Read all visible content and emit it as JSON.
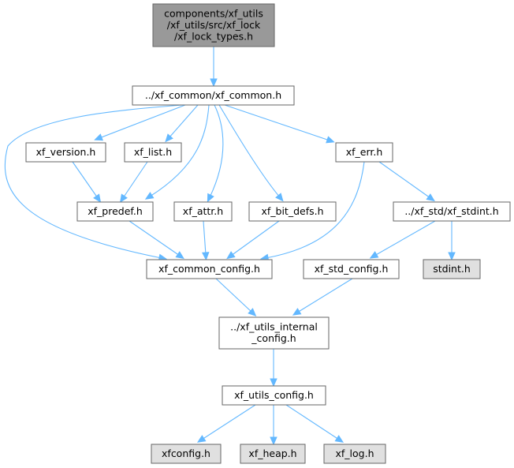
{
  "colors": {
    "root_fill": "#999999",
    "node_fill": "#ffffff",
    "external_fill": "#e0e0e0",
    "border": "#666666",
    "edge": "#63b8ff"
  },
  "nodes": [
    {
      "id": "root",
      "kind": "root",
      "lines": [
        "components/xf_utils",
        "/xf_utils/src/xf_lock",
        "/xf_lock_types.h"
      ]
    },
    {
      "id": "common",
      "kind": "normal",
      "lines": [
        "../xf_common/xf_common.h"
      ]
    },
    {
      "id": "version",
      "kind": "normal",
      "lines": [
        "xf_version.h"
      ]
    },
    {
      "id": "list",
      "kind": "normal",
      "lines": [
        "xf_list.h"
      ]
    },
    {
      "id": "err",
      "kind": "normal",
      "lines": [
        "xf_err.h"
      ]
    },
    {
      "id": "predef",
      "kind": "normal",
      "lines": [
        "xf_predef.h"
      ]
    },
    {
      "id": "attr",
      "kind": "normal",
      "lines": [
        "xf_attr.h"
      ]
    },
    {
      "id": "bitdefs",
      "kind": "normal",
      "lines": [
        "xf_bit_defs.h"
      ]
    },
    {
      "id": "stdint_wrap",
      "kind": "normal",
      "lines": [
        "../xf_std/xf_stdint.h"
      ]
    },
    {
      "id": "common_config",
      "kind": "normal",
      "lines": [
        "xf_common_config.h"
      ]
    },
    {
      "id": "std_config",
      "kind": "normal",
      "lines": [
        "xf_std_config.h"
      ]
    },
    {
      "id": "stdint",
      "kind": "external",
      "lines": [
        "stdint.h"
      ]
    },
    {
      "id": "internal_config",
      "kind": "normal",
      "lines": [
        "../xf_utils_internal",
        "_config.h"
      ]
    },
    {
      "id": "utils_config",
      "kind": "normal",
      "lines": [
        "xf_utils_config.h"
      ]
    },
    {
      "id": "xfconfig",
      "kind": "external",
      "lines": [
        "xfconfig.h"
      ]
    },
    {
      "id": "heap",
      "kind": "external",
      "lines": [
        "xf_heap.h"
      ]
    },
    {
      "id": "log",
      "kind": "external",
      "lines": [
        "xf_log.h"
      ]
    }
  ],
  "edges": [
    {
      "from": "root",
      "to": "common"
    },
    {
      "from": "common",
      "to": "version"
    },
    {
      "from": "common",
      "to": "list"
    },
    {
      "from": "common",
      "to": "err"
    },
    {
      "from": "common",
      "to": "predef"
    },
    {
      "from": "common",
      "to": "attr"
    },
    {
      "from": "common",
      "to": "bitdefs"
    },
    {
      "from": "common",
      "to": "common_config"
    },
    {
      "from": "version",
      "to": "predef"
    },
    {
      "from": "list",
      "to": "predef"
    },
    {
      "from": "err",
      "to": "stdint_wrap"
    },
    {
      "from": "err",
      "to": "common_config"
    },
    {
      "from": "predef",
      "to": "common_config"
    },
    {
      "from": "attr",
      "to": "common_config"
    },
    {
      "from": "bitdefs",
      "to": "common_config"
    },
    {
      "from": "stdint_wrap",
      "to": "std_config"
    },
    {
      "from": "stdint_wrap",
      "to": "stdint"
    },
    {
      "from": "common_config",
      "to": "internal_config"
    },
    {
      "from": "std_config",
      "to": "internal_config"
    },
    {
      "from": "internal_config",
      "to": "utils_config"
    },
    {
      "from": "utils_config",
      "to": "xfconfig"
    },
    {
      "from": "utils_config",
      "to": "heap"
    },
    {
      "from": "utils_config",
      "to": "log"
    }
  ]
}
